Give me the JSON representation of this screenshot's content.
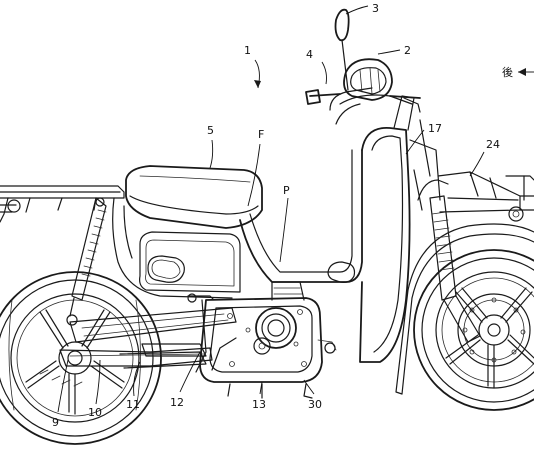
{
  "figure": {
    "direction_label": "後",
    "labels": {
      "1": "1",
      "2": "2",
      "3": "3",
      "4": "4",
      "5": "5",
      "F": "F",
      "P": "P",
      "17": "17",
      "24": "24",
      "9": "9",
      "10": "10",
      "11": "11",
      "12": "12",
      "13": "13",
      "30": "30"
    }
  }
}
